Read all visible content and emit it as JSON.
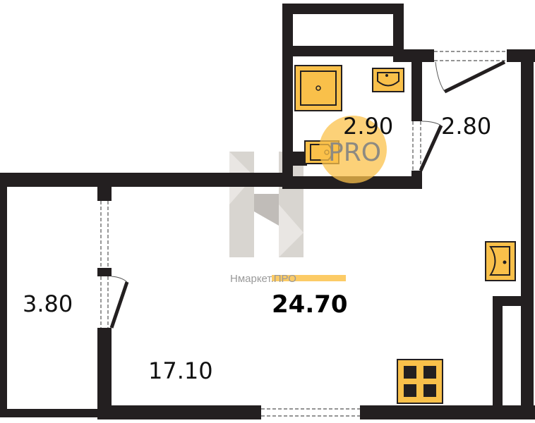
{
  "plan": {
    "rooms": {
      "bathroom_area": "2.90",
      "hallway_area": "2.80",
      "balcony_area": "3.80",
      "living_area": "17.10"
    },
    "total_area": "24.70",
    "watermark": {
      "brand": "Нмаркет.ПРО",
      "badge": "PRO"
    },
    "colors": {
      "wall": "#231f20",
      "fixture": "#f9c04a",
      "accent": "#fbc24b"
    }
  }
}
